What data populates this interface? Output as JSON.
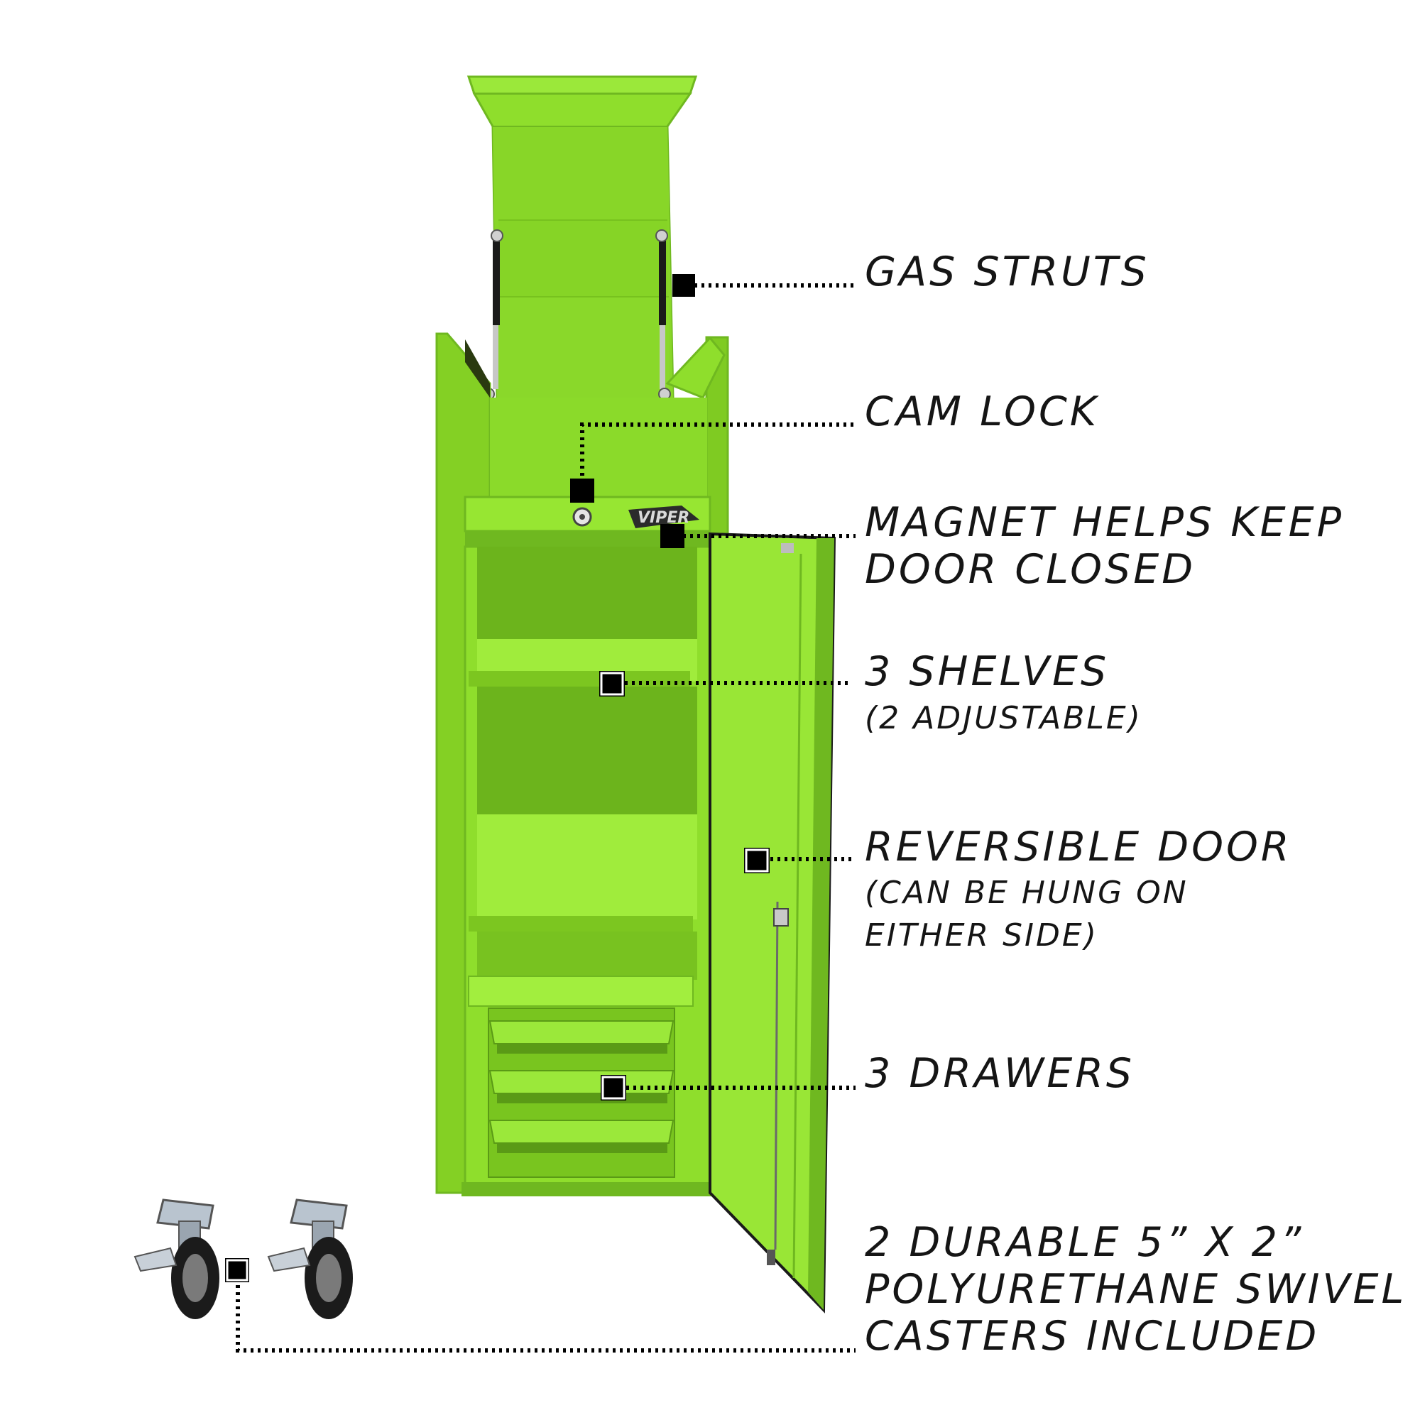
{
  "colors": {
    "cabinet_green": "#8fde2c",
    "cabinet_shadow": "#6fb820",
    "cabinet_dark": "#5a9a16",
    "marker": "#000000",
    "text": "#151515"
  },
  "brand": {
    "logo_text": "VIPER"
  },
  "callouts": {
    "gas_struts": {
      "title": "GAS STRUTS"
    },
    "cam_lock": {
      "title": "CAM LOCK"
    },
    "magnet": {
      "line1": "MAGNET HELPS KEEP",
      "line2": "DOOR CLOSED"
    },
    "shelves": {
      "title": "3 SHELVES",
      "note": "(2 ADJUSTABLE)"
    },
    "door": {
      "title": "REVERSIBLE DOOR",
      "note1": "(CAN BE HUNG ON",
      "note2": "EITHER SIDE)"
    },
    "drawers": {
      "title": "3 DRAWERS"
    },
    "casters": {
      "line1": "2 DURABLE 5” X 2”",
      "line2": "POLYURETHANE SWIVEL",
      "line3": "CASTERS INCLUDED"
    }
  },
  "icons": [
    "caster-icon",
    "callout-marker-icon"
  ]
}
